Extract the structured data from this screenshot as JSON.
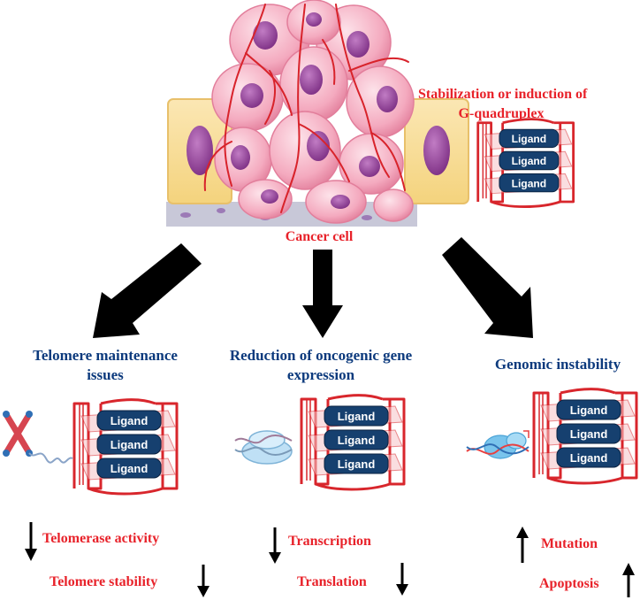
{
  "top": {
    "stabilization_line1": "Stabilization or induction of",
    "stabilization_line2": "G-quadruplex",
    "cancer_cell_label": "Cancer cell"
  },
  "ligand_label": "Ligand",
  "branches": [
    {
      "title_line1": "Telomere maintenance",
      "title_line2": "issues",
      "effects": [
        {
          "text": "Telomerase activity",
          "direction": "down"
        },
        {
          "text": "Telomere stability",
          "direction": "down"
        }
      ]
    },
    {
      "title_line1": "Reduction of oncogenic gene",
      "title_line2": "expression",
      "effects": [
        {
          "text": "Transcription",
          "direction": "down"
        },
        {
          "text": "Translation",
          "direction": "down"
        }
      ]
    },
    {
      "title_line1": "Genomic instability",
      "title_line2": "",
      "effects": [
        {
          "text": "Mutation",
          "direction": "up"
        },
        {
          "text": "Apoptosis",
          "direction": "up"
        }
      ]
    }
  ],
  "colors": {
    "label_red": "#e8222a",
    "title_blue": "#0c3a7d",
    "ligand_fill": "#16406f",
    "quadruplex_red": "#d8262c",
    "cell_pink": "#f3a7bd",
    "nucleus_purple": "#9b4c9e",
    "arrow_black": "#000000"
  }
}
